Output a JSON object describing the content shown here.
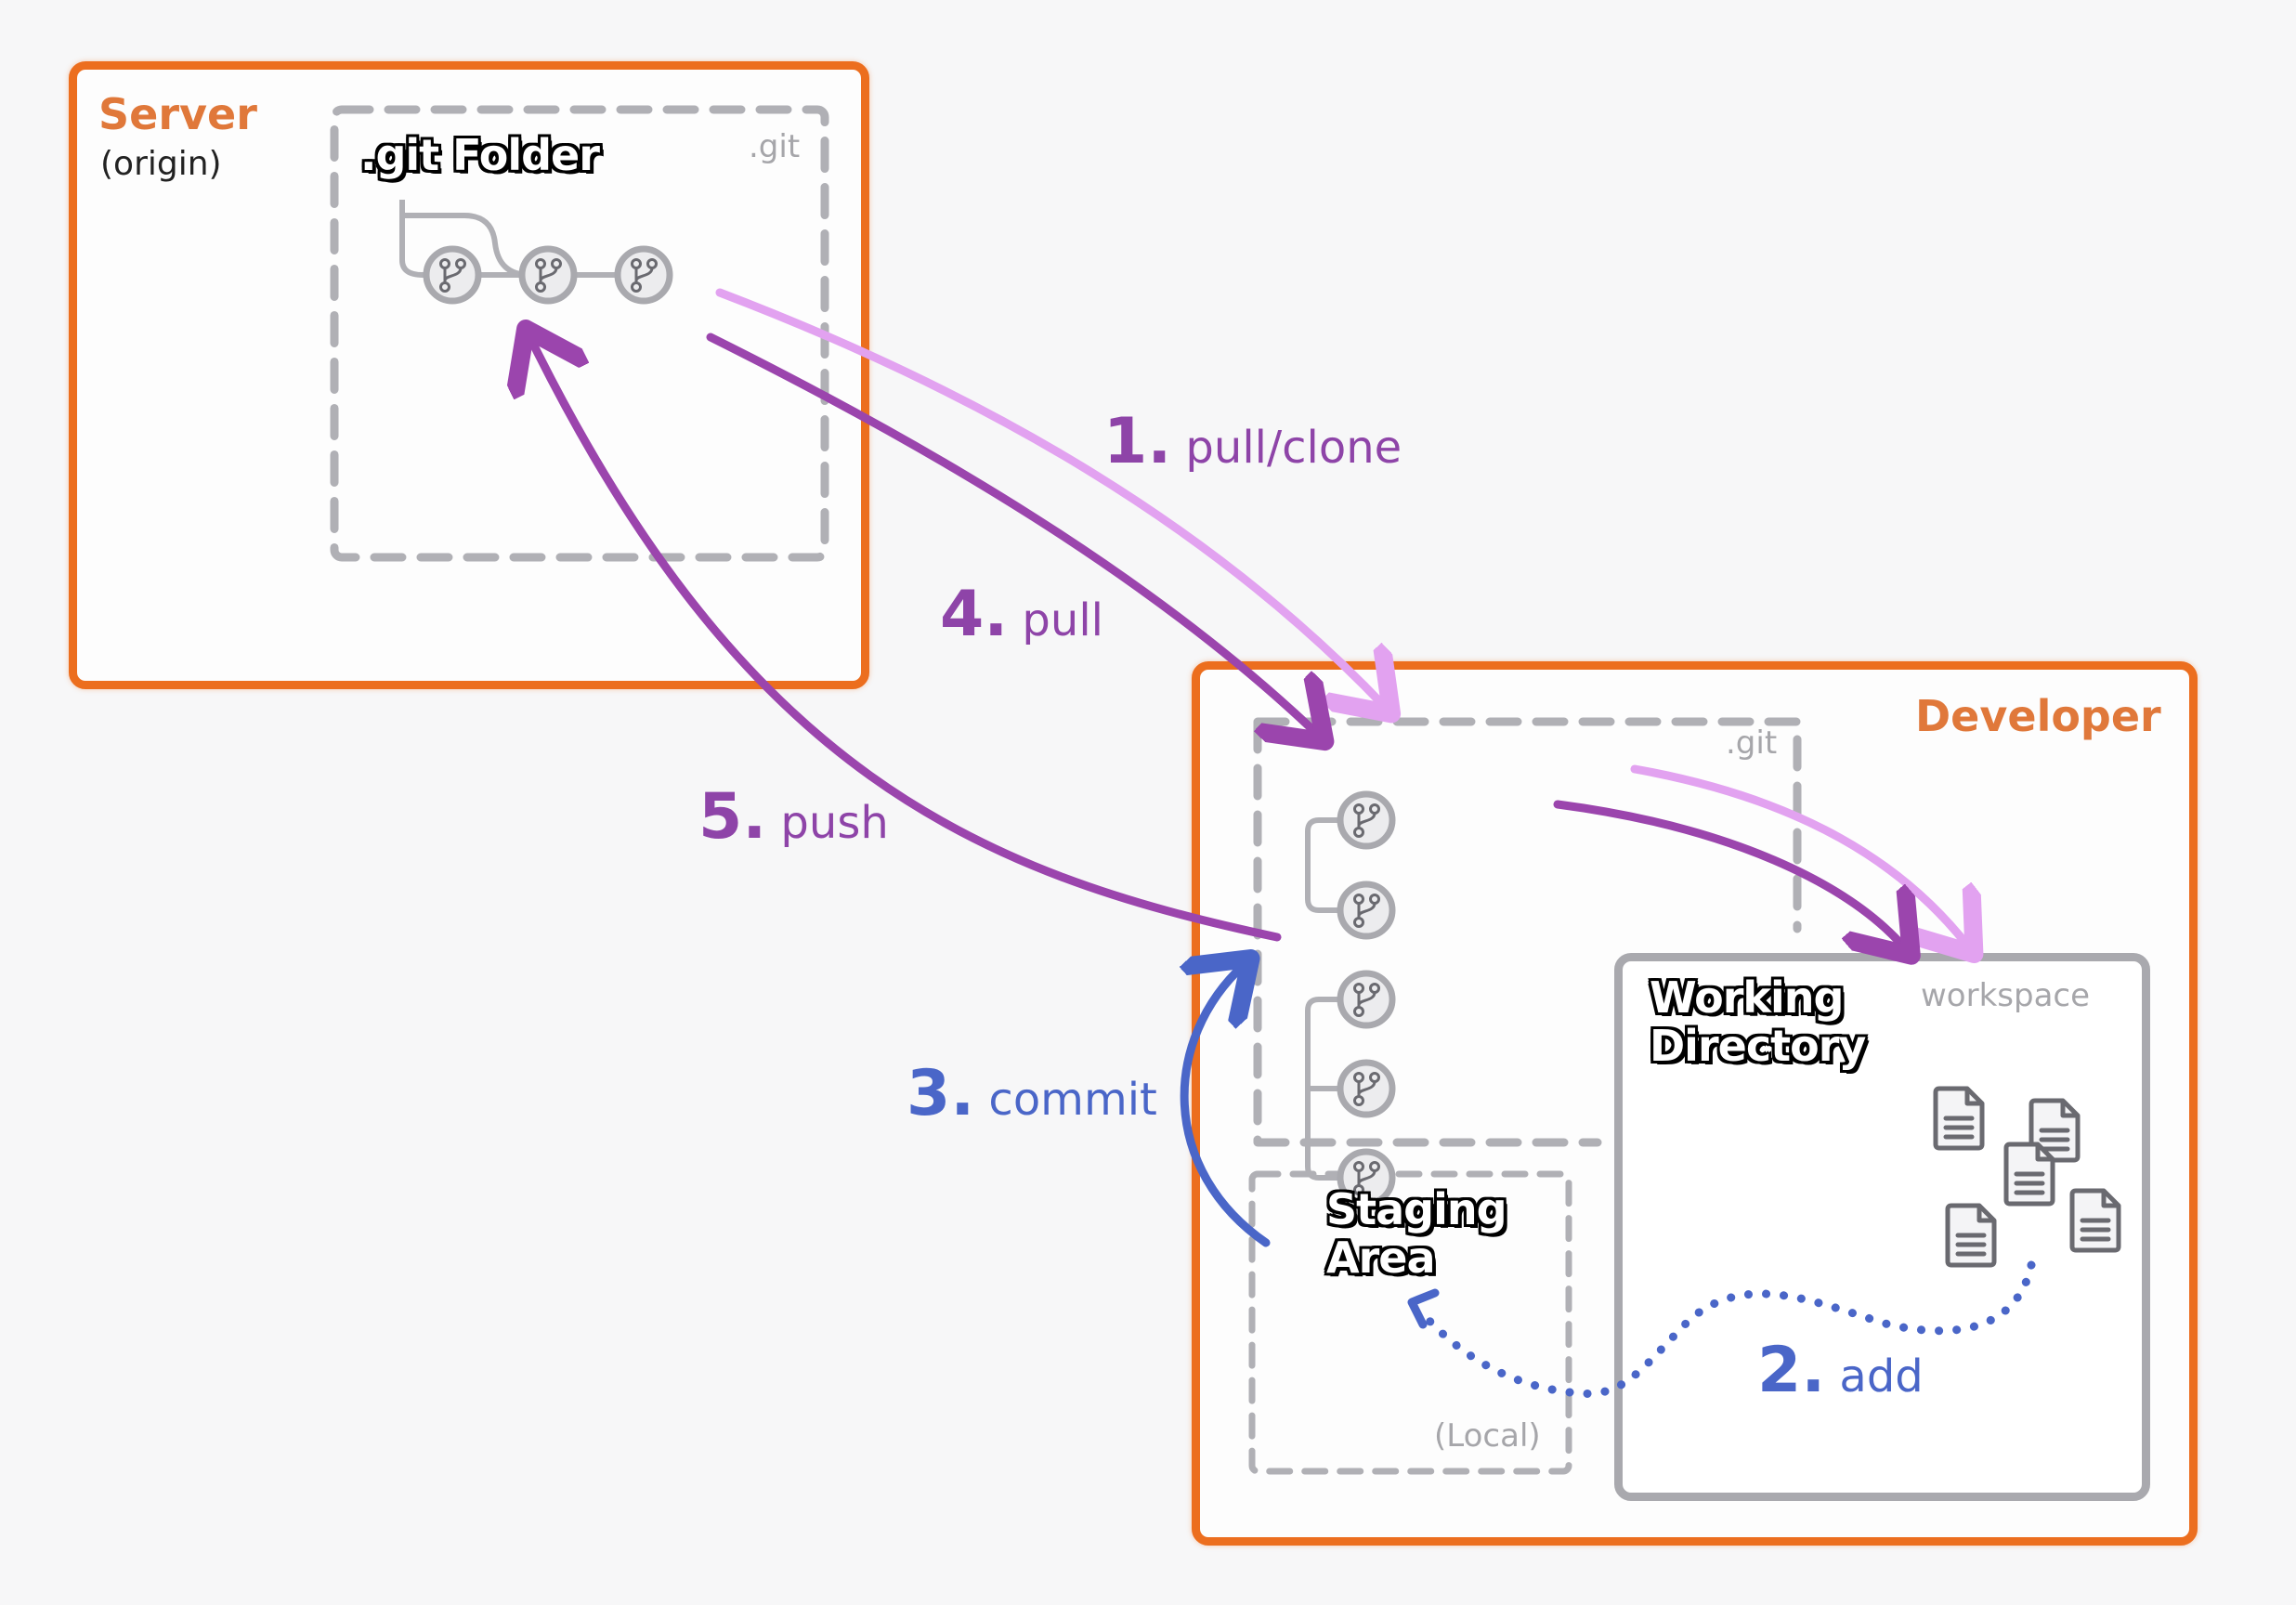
{
  "server": {
    "title": "Server",
    "subtitle": "(origin)",
    "git_folder_title": ".git Folder",
    "git_tag": ".git"
  },
  "developer": {
    "title": "Developer",
    "git_tag": ".git",
    "working_directory_title_line1": "Working",
    "working_directory_title_line2": "Directory",
    "workspace_tag": "workspace",
    "staging_title_line1": "Staging",
    "staging_title_line2": "Area",
    "local_tag": "(Local)"
  },
  "steps": [
    {
      "number": "1.",
      "label": "pull/clone",
      "color": "#8e44a8"
    },
    {
      "number": "2.",
      "label": "add",
      "color": "#4a66c8"
    },
    {
      "number": "3.",
      "label": "commit",
      "color": "#4a66c8"
    },
    {
      "number": "4.",
      "label": "pull",
      "color": "#8e44a8"
    },
    {
      "number": "5.",
      "label": "push",
      "color": "#8e44a8"
    }
  ],
  "colors": {
    "orange": "#ec6e1e",
    "purple": "#9b45ad",
    "light_purple": "#e2a2f0",
    "blue": "#4a66c8",
    "gray": "#a9a9ae"
  },
  "icons": {
    "commit": "git-branch-icon",
    "file": "document-icon"
  }
}
